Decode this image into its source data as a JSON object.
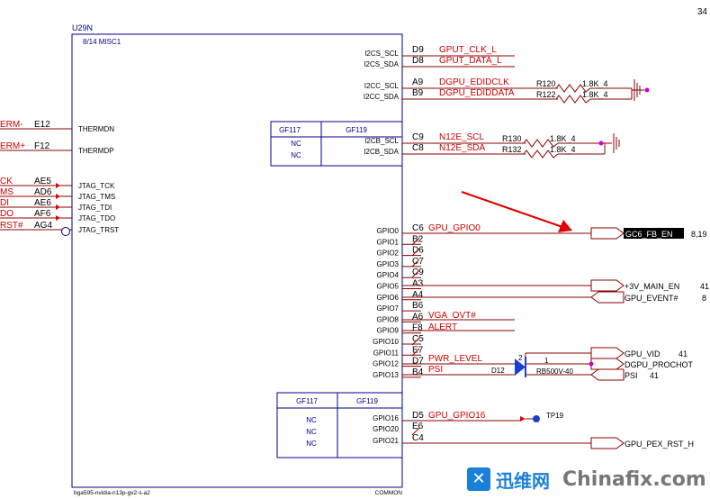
{
  "page_number": "34",
  "chip": {
    "ref": "U29N",
    "part": "8/14 MISC1",
    "footprint": "bga595-nvidia-n13p-gv2-s-a2",
    "common": "COMMON"
  },
  "left_nets": [
    "ERM-",
    "ERM+",
    "CK",
    "MS",
    "DI",
    "DO",
    "RST#"
  ],
  "left_pins": [
    "E12",
    "F12",
    "AE5",
    "AD6",
    "AE6",
    "AF6",
    "AG4"
  ],
  "left_signals": [
    "THERMDN",
    "THERMDP",
    "JTAG_TCK",
    "JTAG_TMS",
    "JTAG_TDI",
    "JTAG_TDO",
    "JTAG_TRST"
  ],
  "right_signals_top": [
    "I2CS_SCL",
    "I2CS_SDA",
    "I2CC_SCL",
    "I2CC_SDA",
    "I2CB_SCL",
    "I2CB_SDA"
  ],
  "right_pins_top": [
    "D9",
    "D8",
    "A9",
    "B9",
    "C9",
    "C8"
  ],
  "right_nets_top": [
    "GPUT_CLK_L",
    "GPUT_DATA_L",
    "DGPU_EDIDCLK",
    "DGPU_EDIDDATA",
    "N12E_SCL",
    "N12E_SDA"
  ],
  "resistors": [
    {
      "ref": "R120",
      "value": "1.8K_4"
    },
    {
      "ref": "R122",
      "value": "1.8K_4"
    },
    {
      "ref": "R130",
      "value": "1.8K_4"
    },
    {
      "ref": "R132",
      "value": "1.8K_4"
    }
  ],
  "variant_box": {
    "h1": "GF117",
    "h2": "GF119",
    "nc": [
      "NC",
      "NC"
    ]
  },
  "variant_box2": {
    "h1": "GF117",
    "h2": "GF119",
    "nc": [
      "NC",
      "NC",
      "NC"
    ]
  },
  "gpio_signals": [
    "GPIO0",
    "GPIO1",
    "GPIO2",
    "GPIO3",
    "GPIO4",
    "GPIO5",
    "GPIO6",
    "GPIO7",
    "GPIO8",
    "GPIO9",
    "GPIO10",
    "GPIO11",
    "GPIO12",
    "GPIO13"
  ],
  "gpio_pins": [
    "C6",
    "B2",
    "D6",
    "C7",
    "C9",
    "A3",
    "A4",
    "B6",
    "A6",
    "F8",
    "C5",
    "E7",
    "D7",
    "B4"
  ],
  "gpio_nets": {
    "gpio0": "GPU_GPIO0",
    "vga_ovt": "VGA_OVT#",
    "alert": "ALERT",
    "pwr_level": "PWR_LEVEL",
    "psi": "PSI"
  },
  "gpio_low_signals": [
    "GPIO16",
    "GPIO20",
    "GPIO21"
  ],
  "gpio_low_pins": [
    "D5",
    "E6",
    "C4"
  ],
  "gpio16_net": "GPU_GPIO16",
  "testpoint": "TP19",
  "offpage": {
    "gc6": "GC6_FB_EN",
    "gc6_ref": "8,19",
    "main_en": "+3V_MAIN_EN",
    "main_en_ref": "41",
    "event": "GPU_EVENT#",
    "event_ref": "8",
    "vid": "GPU_VID",
    "vid_ref": "41",
    "prochot": "DGPU_PROCHOT",
    "psi": "PSI",
    "psi_ref": "41",
    "pex_rst": "GPU_PEX_RST_H"
  },
  "diode": {
    "ref": "D12",
    "part": "RB500V-40",
    "pin_a": "2",
    "pin_k": "1"
  },
  "watermark": {
    "cn": "迅维网",
    "en": "Chinafix.com"
  },
  "colors": {
    "net": "#cc0000",
    "wire": "#8b0000",
    "chip": "#00008b",
    "arrow": "#e00000",
    "pink": "#d000d0",
    "diode": "#1a3fcf"
  }
}
